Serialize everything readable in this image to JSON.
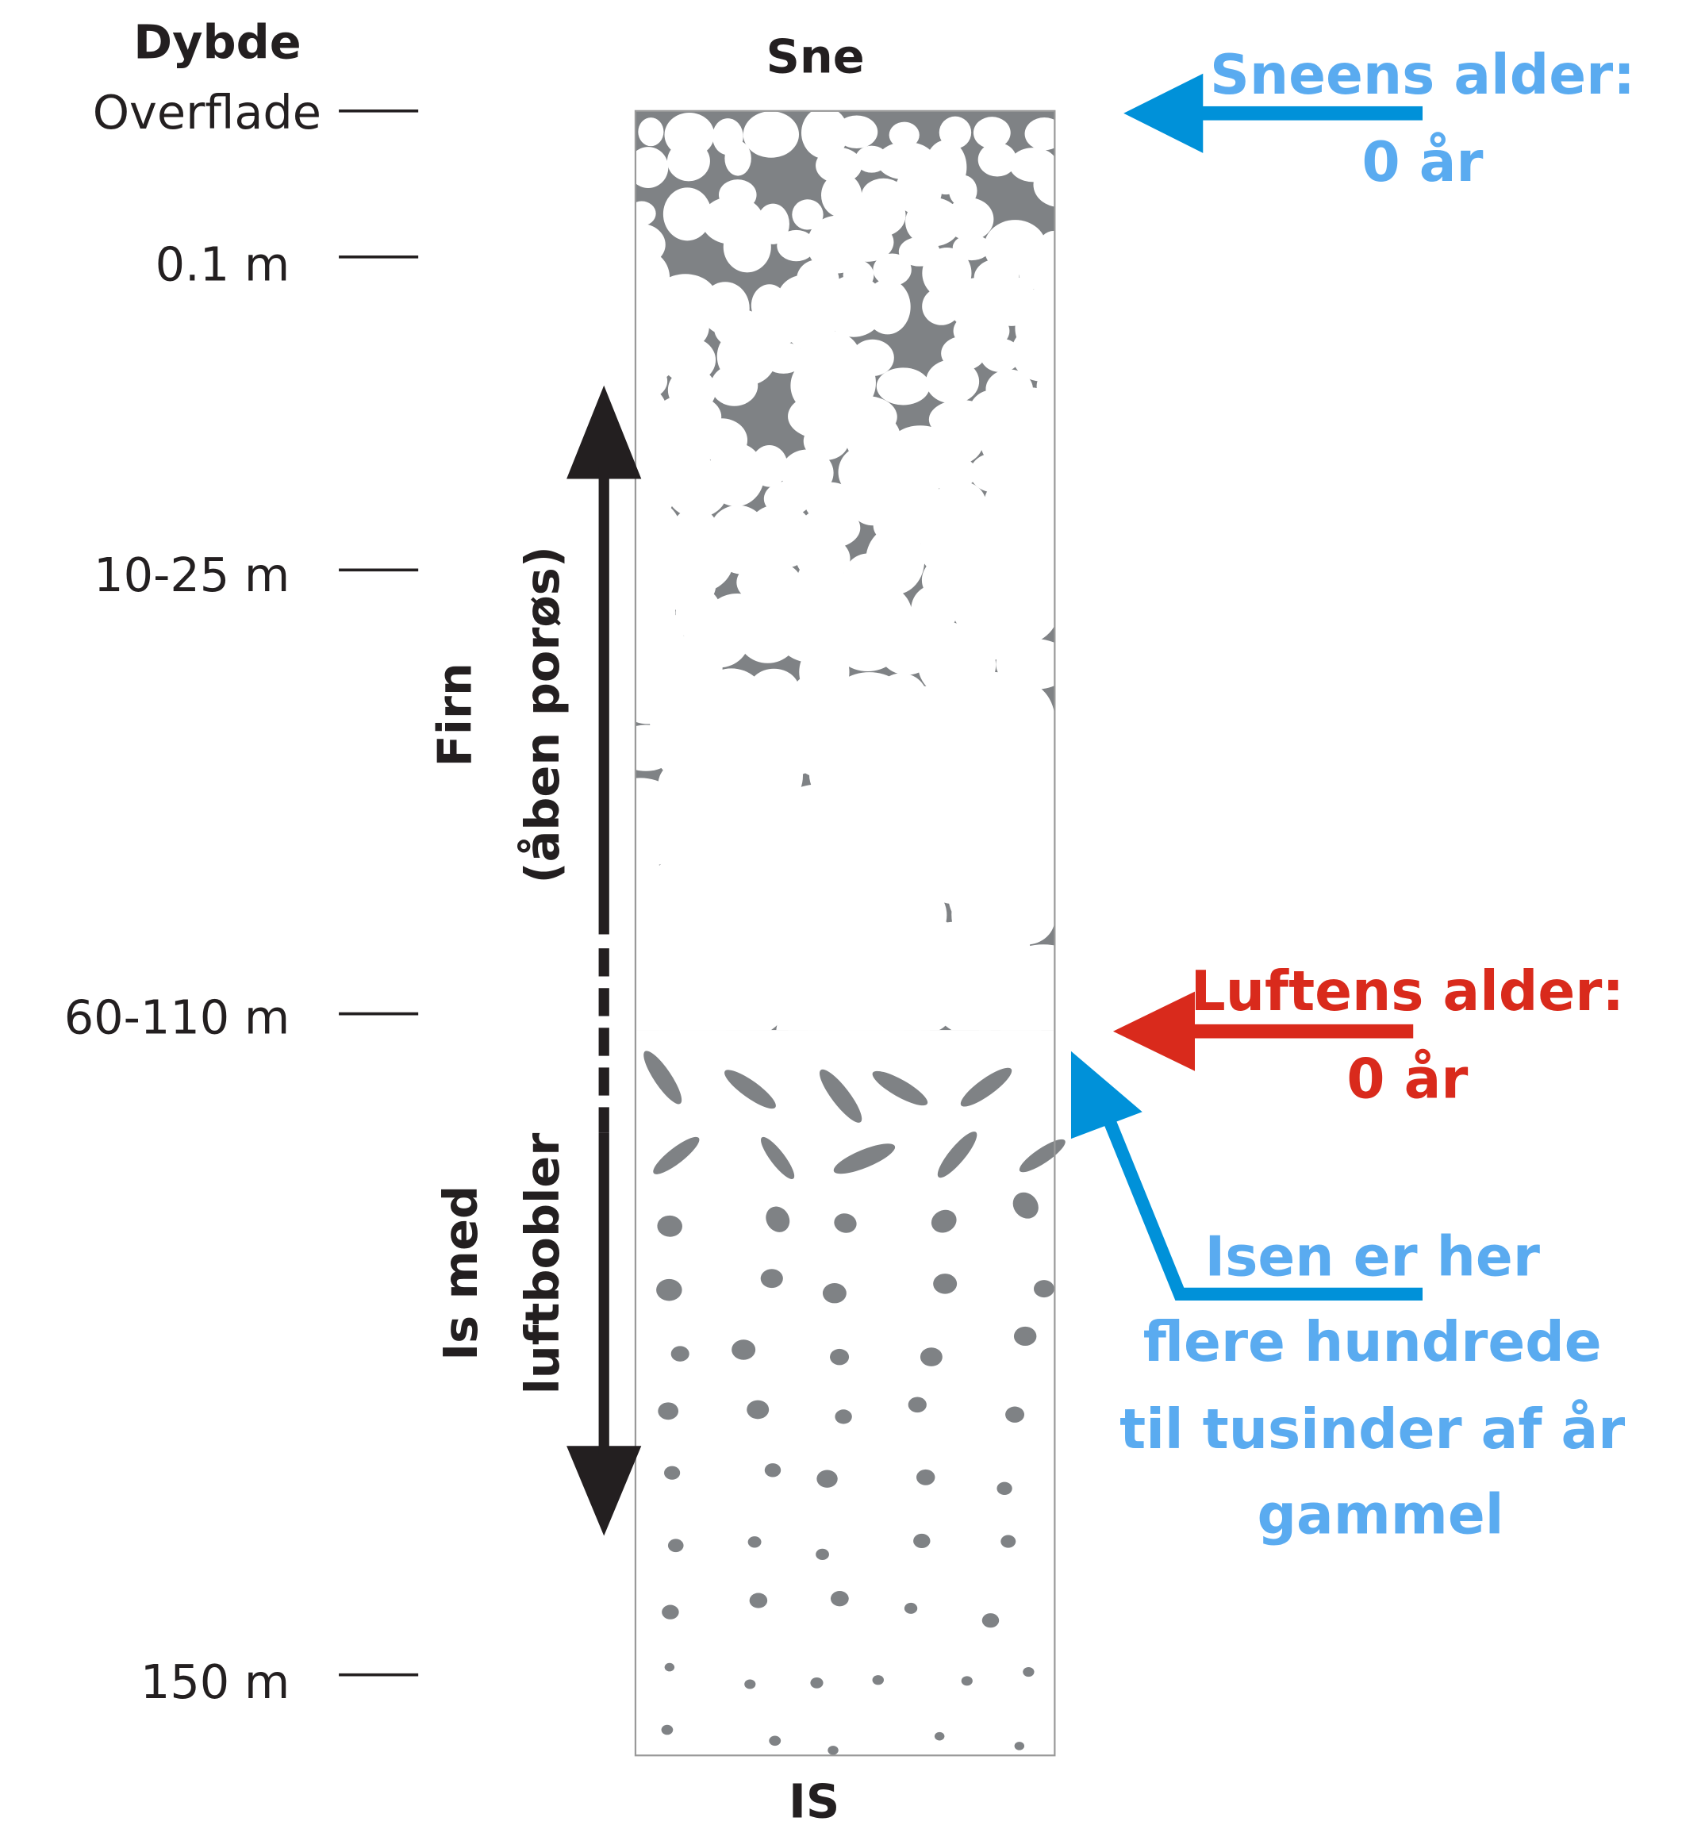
{
  "depth_axis": {
    "title": "Dybde",
    "ticks": [
      "Overflade",
      "0.1 m",
      "10-25 m",
      "60-110 m",
      "150 m"
    ]
  },
  "column": {
    "top_label": "Sne",
    "bottom_label": "IS"
  },
  "zones": {
    "firn_line1": "Firn",
    "firn_line2": "(åben porøs)",
    "ice_line1": "Is med",
    "ice_line2": "luftbobler"
  },
  "annotations": {
    "snow_age_title": "Sneens alder:",
    "snow_age_value": "0 år",
    "air_age_title": "Luftens alder:",
    "air_age_value": "0 år",
    "ice_age_lines": [
      "Isen er her",
      "flere hundrede",
      "til tusinder af år",
      "gammel"
    ]
  },
  "colors": {
    "column_gray": "#7f8285",
    "arrow_blue": "#0091d9",
    "text_blue": "#5aabf0",
    "red": "#d92a1c"
  }
}
